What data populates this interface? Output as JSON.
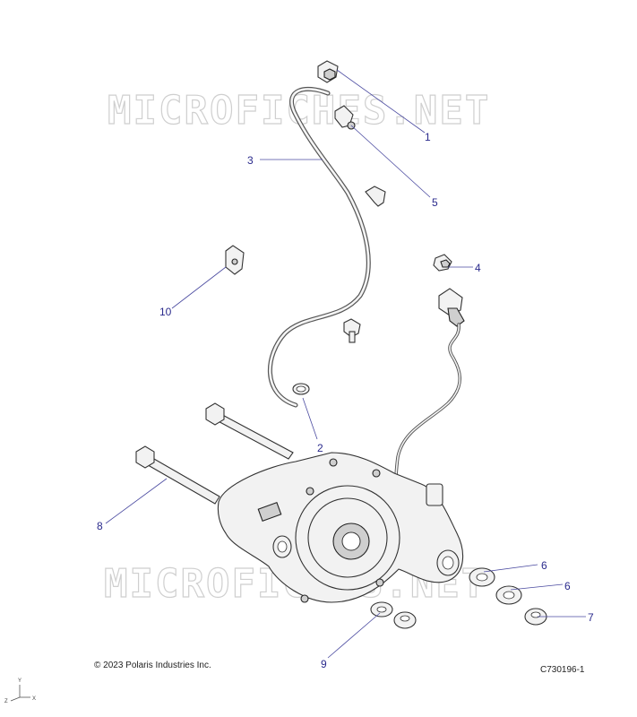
{
  "watermark": "MICROFICHES.NET",
  "copyright": "© 2023 Polaris Industries Inc.",
  "figure_id": "C730196-1",
  "axes": {
    "y": "Y",
    "z": "Z",
    "x": "X"
  },
  "callouts": [
    {
      "id": "c1",
      "label": "1"
    },
    {
      "id": "c2",
      "label": "2"
    },
    {
      "id": "c3",
      "label": "3"
    },
    {
      "id": "c4",
      "label": "4"
    },
    {
      "id": "c5",
      "label": "5"
    },
    {
      "id": "c6a",
      "label": "6"
    },
    {
      "id": "c6b",
      "label": "6"
    },
    {
      "id": "c7",
      "label": "7"
    },
    {
      "id": "c8",
      "label": "8"
    },
    {
      "id": "c9",
      "label": "9"
    },
    {
      "id": "c10",
      "label": "10"
    }
  ]
}
